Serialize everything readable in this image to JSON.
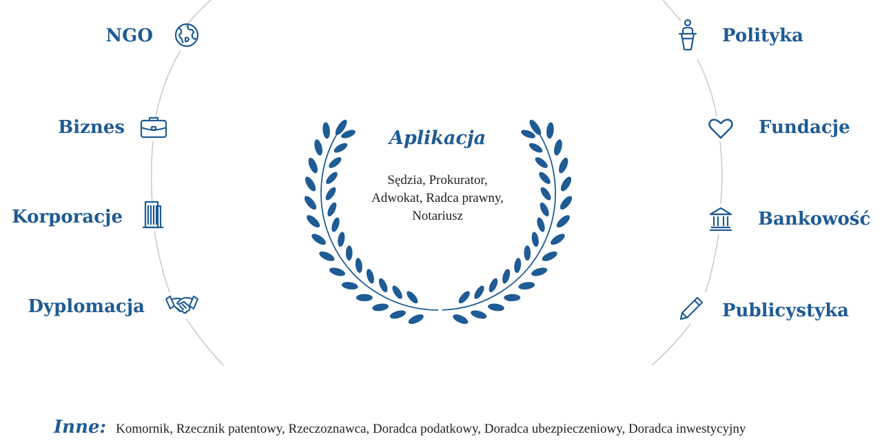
{
  "colors": {
    "accent": "#1f5b94",
    "arc": "#c8c8c8",
    "text": "#222222"
  },
  "center": {
    "title": "Aplikacja",
    "lines": [
      "Sędzia, Prokurator,",
      "Adwokat, Radca prawny,",
      "Notariusz"
    ]
  },
  "left_items": [
    {
      "label": "NGO",
      "icon": "globe-icon"
    },
    {
      "label": "Biznes",
      "icon": "briefcase-icon"
    },
    {
      "label": "Korporacje",
      "icon": "building-icon"
    },
    {
      "label": "Dyplomacja",
      "icon": "handshake-icon"
    }
  ],
  "right_items": [
    {
      "label": "Polityka",
      "icon": "speaker-podium-icon"
    },
    {
      "label": "Fundacje",
      "icon": "heart-icon"
    },
    {
      "label": "Bankowość",
      "icon": "bank-icon"
    },
    {
      "label": "Publicystyka",
      "icon": "pencil-icon"
    }
  ],
  "footer": {
    "label": "Inne:",
    "text": "Komornik, Rzecznik patentowy, Rzeczoznawca, Doradca podatkowy, Doradca ubezpieczeniowy, Doradca inwestycyjny"
  }
}
